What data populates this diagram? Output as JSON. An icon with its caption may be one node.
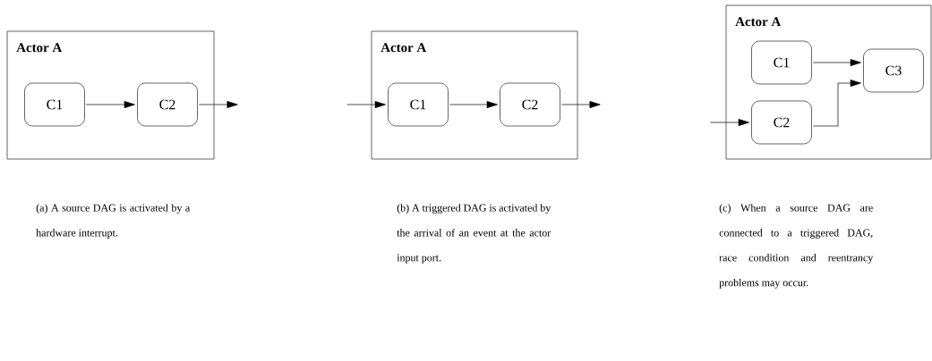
{
  "diagram": {
    "nodes": [
      {
        "text": [
          "Actor A"
        ]
      },
      {
        "text": [
          "C1"
        ],
        "in": 0
      },
      {
        "text": [
          "C2"
        ],
        "in": 0
      },
      {
        "text": [
          "Actor A"
        ]
      },
      {
        "text": [
          "C1"
        ],
        "in": 3
      },
      {
        "text": [
          "C2"
        ],
        "in": 3
      },
      {
        "text": [
          "Actor A"
        ]
      },
      {
        "text": [
          "C1"
        ],
        "in": 6
      },
      {
        "text": [
          "C2"
        ],
        "in": 6
      },
      {
        "text": [
          "C3"
        ],
        "in": 6
      }
    ],
    "edges": [
      {
        "from": 1,
        "to": 2,
        "arrow": "to"
      },
      {
        "from": 2,
        "to": null,
        "arrow": "to"
      },
      {
        "from": null,
        "to": 4,
        "arrow": "to"
      },
      {
        "from": 4,
        "to": 5,
        "arrow": "to"
      },
      {
        "from": 5,
        "to": null,
        "arrow": "to"
      },
      {
        "from": null,
        "to": 8,
        "arrow": "to"
      },
      {
        "from": 7,
        "to": 9,
        "arrow": "to"
      },
      {
        "from": 8,
        "to": 9,
        "arrow": "to"
      }
    ],
    "labels": [
      "(a) A source DAG is activated by a hardware interrupt.",
      "(b) A triggered DAG is activated by the arrival of an event at the actor input port.",
      "(c) When a source DAG are connected to a triggered DAG, race condition and reentrancy problems may occur."
    ]
  }
}
